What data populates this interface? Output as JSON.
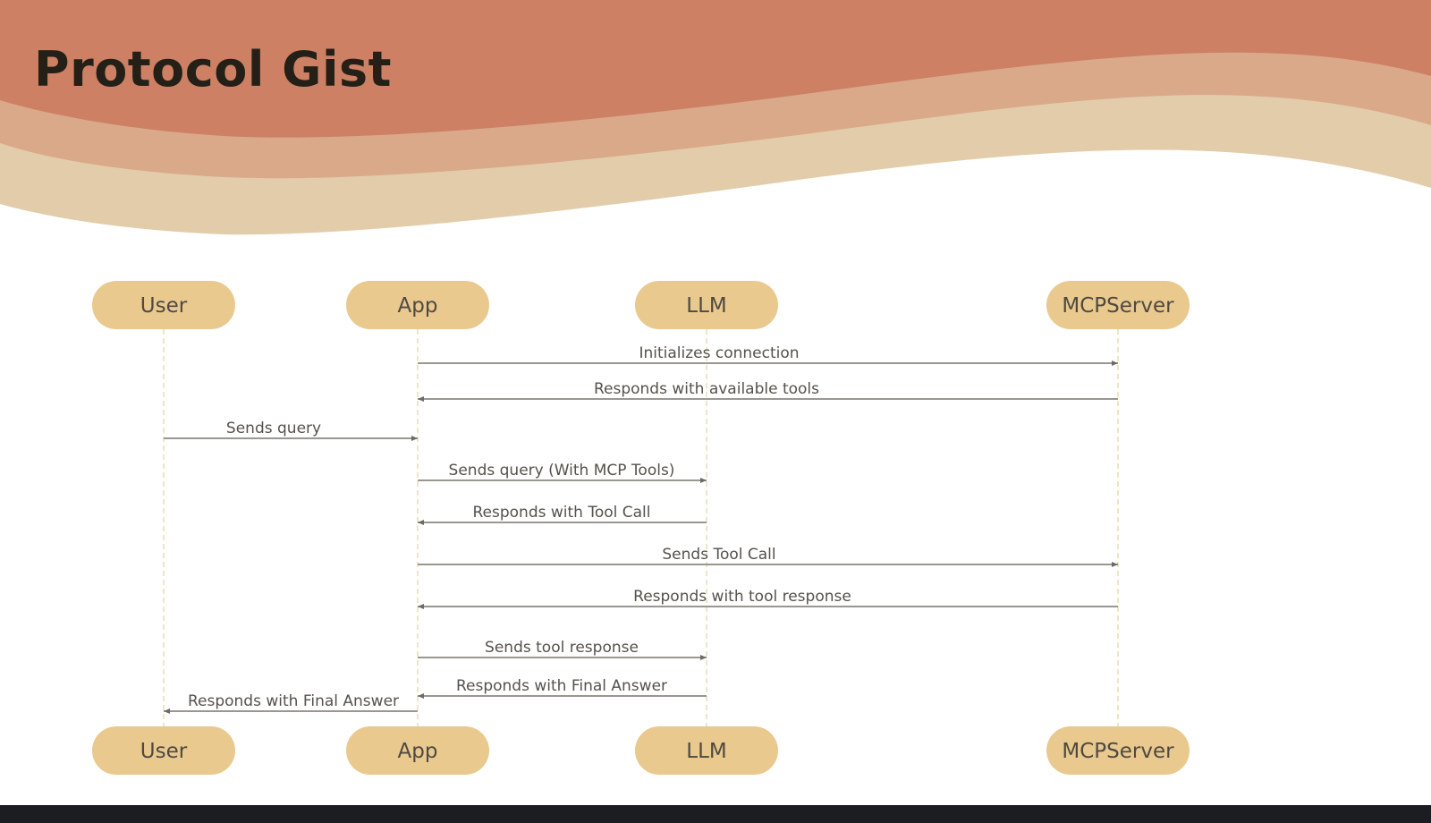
{
  "title": "Protocol Gist",
  "colors": {
    "wave_dark": "#cd8063",
    "wave_mid": "#d9a98a",
    "wave_light": "#e3ccaa",
    "actor_fill": "#e9c98e",
    "arrow": "#8c8880",
    "bottom_bar": "#1b1d22"
  },
  "actors": [
    {
      "id": "user",
      "label": "User"
    },
    {
      "id": "app",
      "label": "App"
    },
    {
      "id": "llm",
      "label": "LLM"
    },
    {
      "id": "mcp",
      "label": "MCPServer"
    }
  ],
  "messages": [
    {
      "from": "app",
      "to": "mcp",
      "label": "Initializes connection"
    },
    {
      "from": "mcp",
      "to": "app",
      "label": "Responds with available tools"
    },
    {
      "from": "user",
      "to": "app",
      "label": "Sends query"
    },
    {
      "from": "app",
      "to": "llm",
      "label": "Sends query (With MCP Tools)"
    },
    {
      "from": "llm",
      "to": "app",
      "label": "Responds with Tool Call"
    },
    {
      "from": "app",
      "to": "mcp",
      "label": "Sends Tool Call"
    },
    {
      "from": "mcp",
      "to": "app",
      "label": "Responds with tool response"
    },
    {
      "from": "app",
      "to": "llm",
      "label": "Sends tool response"
    },
    {
      "from": "llm",
      "to": "app",
      "label": "Responds with Final Answer"
    },
    {
      "from": "app",
      "to": "user",
      "label": "Responds with Final Answer"
    }
  ]
}
